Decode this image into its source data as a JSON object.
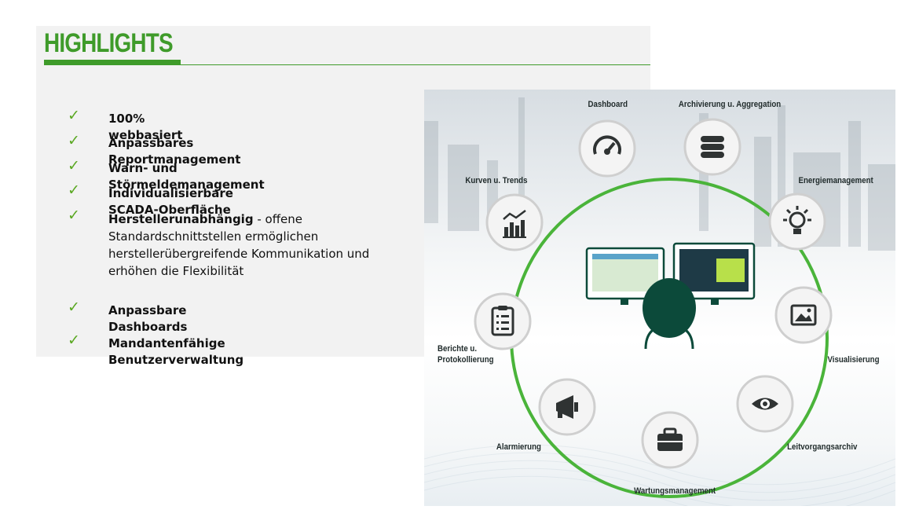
{
  "header": {
    "title": "HIGHLIGHTS"
  },
  "highlights": [
    {
      "bold": "100% webbasiert",
      "rest": ""
    },
    {
      "bold": "Anpassbares Reportmanagement",
      "rest": ""
    },
    {
      "bold": "Warn- und Störmeldemanagement",
      "rest": ""
    },
    {
      "bold": "Individualisierbare SCADA-Oberfläche",
      "rest": ""
    },
    {
      "bold": "Herstellerunabhängig",
      "rest": " - offene Standardschnittstellen ermöglichen herstellerübergreifende Kommunikation und erhöhen die Flexibilität"
    },
    {
      "bold": "Anpassbare Dashboards",
      "rest": ""
    },
    {
      "bold": "Mandantenfähige Benutzerverwaltung",
      "rest": ""
    }
  ],
  "check_symbol": "✓",
  "diagram": {
    "nodes": [
      {
        "label": "Dashboard",
        "icon": "gauge-icon"
      },
      {
        "label": "Archivierung u. Aggregation",
        "icon": "database-icon"
      },
      {
        "label": "Energiemanagement",
        "icon": "lightbulb-icon"
      },
      {
        "label": "Visualisierung",
        "icon": "image-icon"
      },
      {
        "label": "Leitvorgangsarchiv",
        "icon": "eye-icon"
      },
      {
        "label": "Wartungsmanagement",
        "icon": "toolbox-icon"
      },
      {
        "label": "Alarmierung",
        "icon": "megaphone-icon"
      },
      {
        "label": "Berichte u. Protokollierung",
        "icon": "clipboard-icon"
      },
      {
        "label": "Kurven u. Trends",
        "icon": "trend-chart-icon"
      }
    ],
    "center_icon": "user-at-monitors-icon"
  },
  "colors": {
    "accent_green": "#3f9b2a",
    "ring_green": "#4ab43a",
    "dark_teal": "#0c4a3a",
    "node_fill": "#f4f4f4",
    "node_border": "#cfcfcf",
    "icon_dark": "#2f3333"
  }
}
